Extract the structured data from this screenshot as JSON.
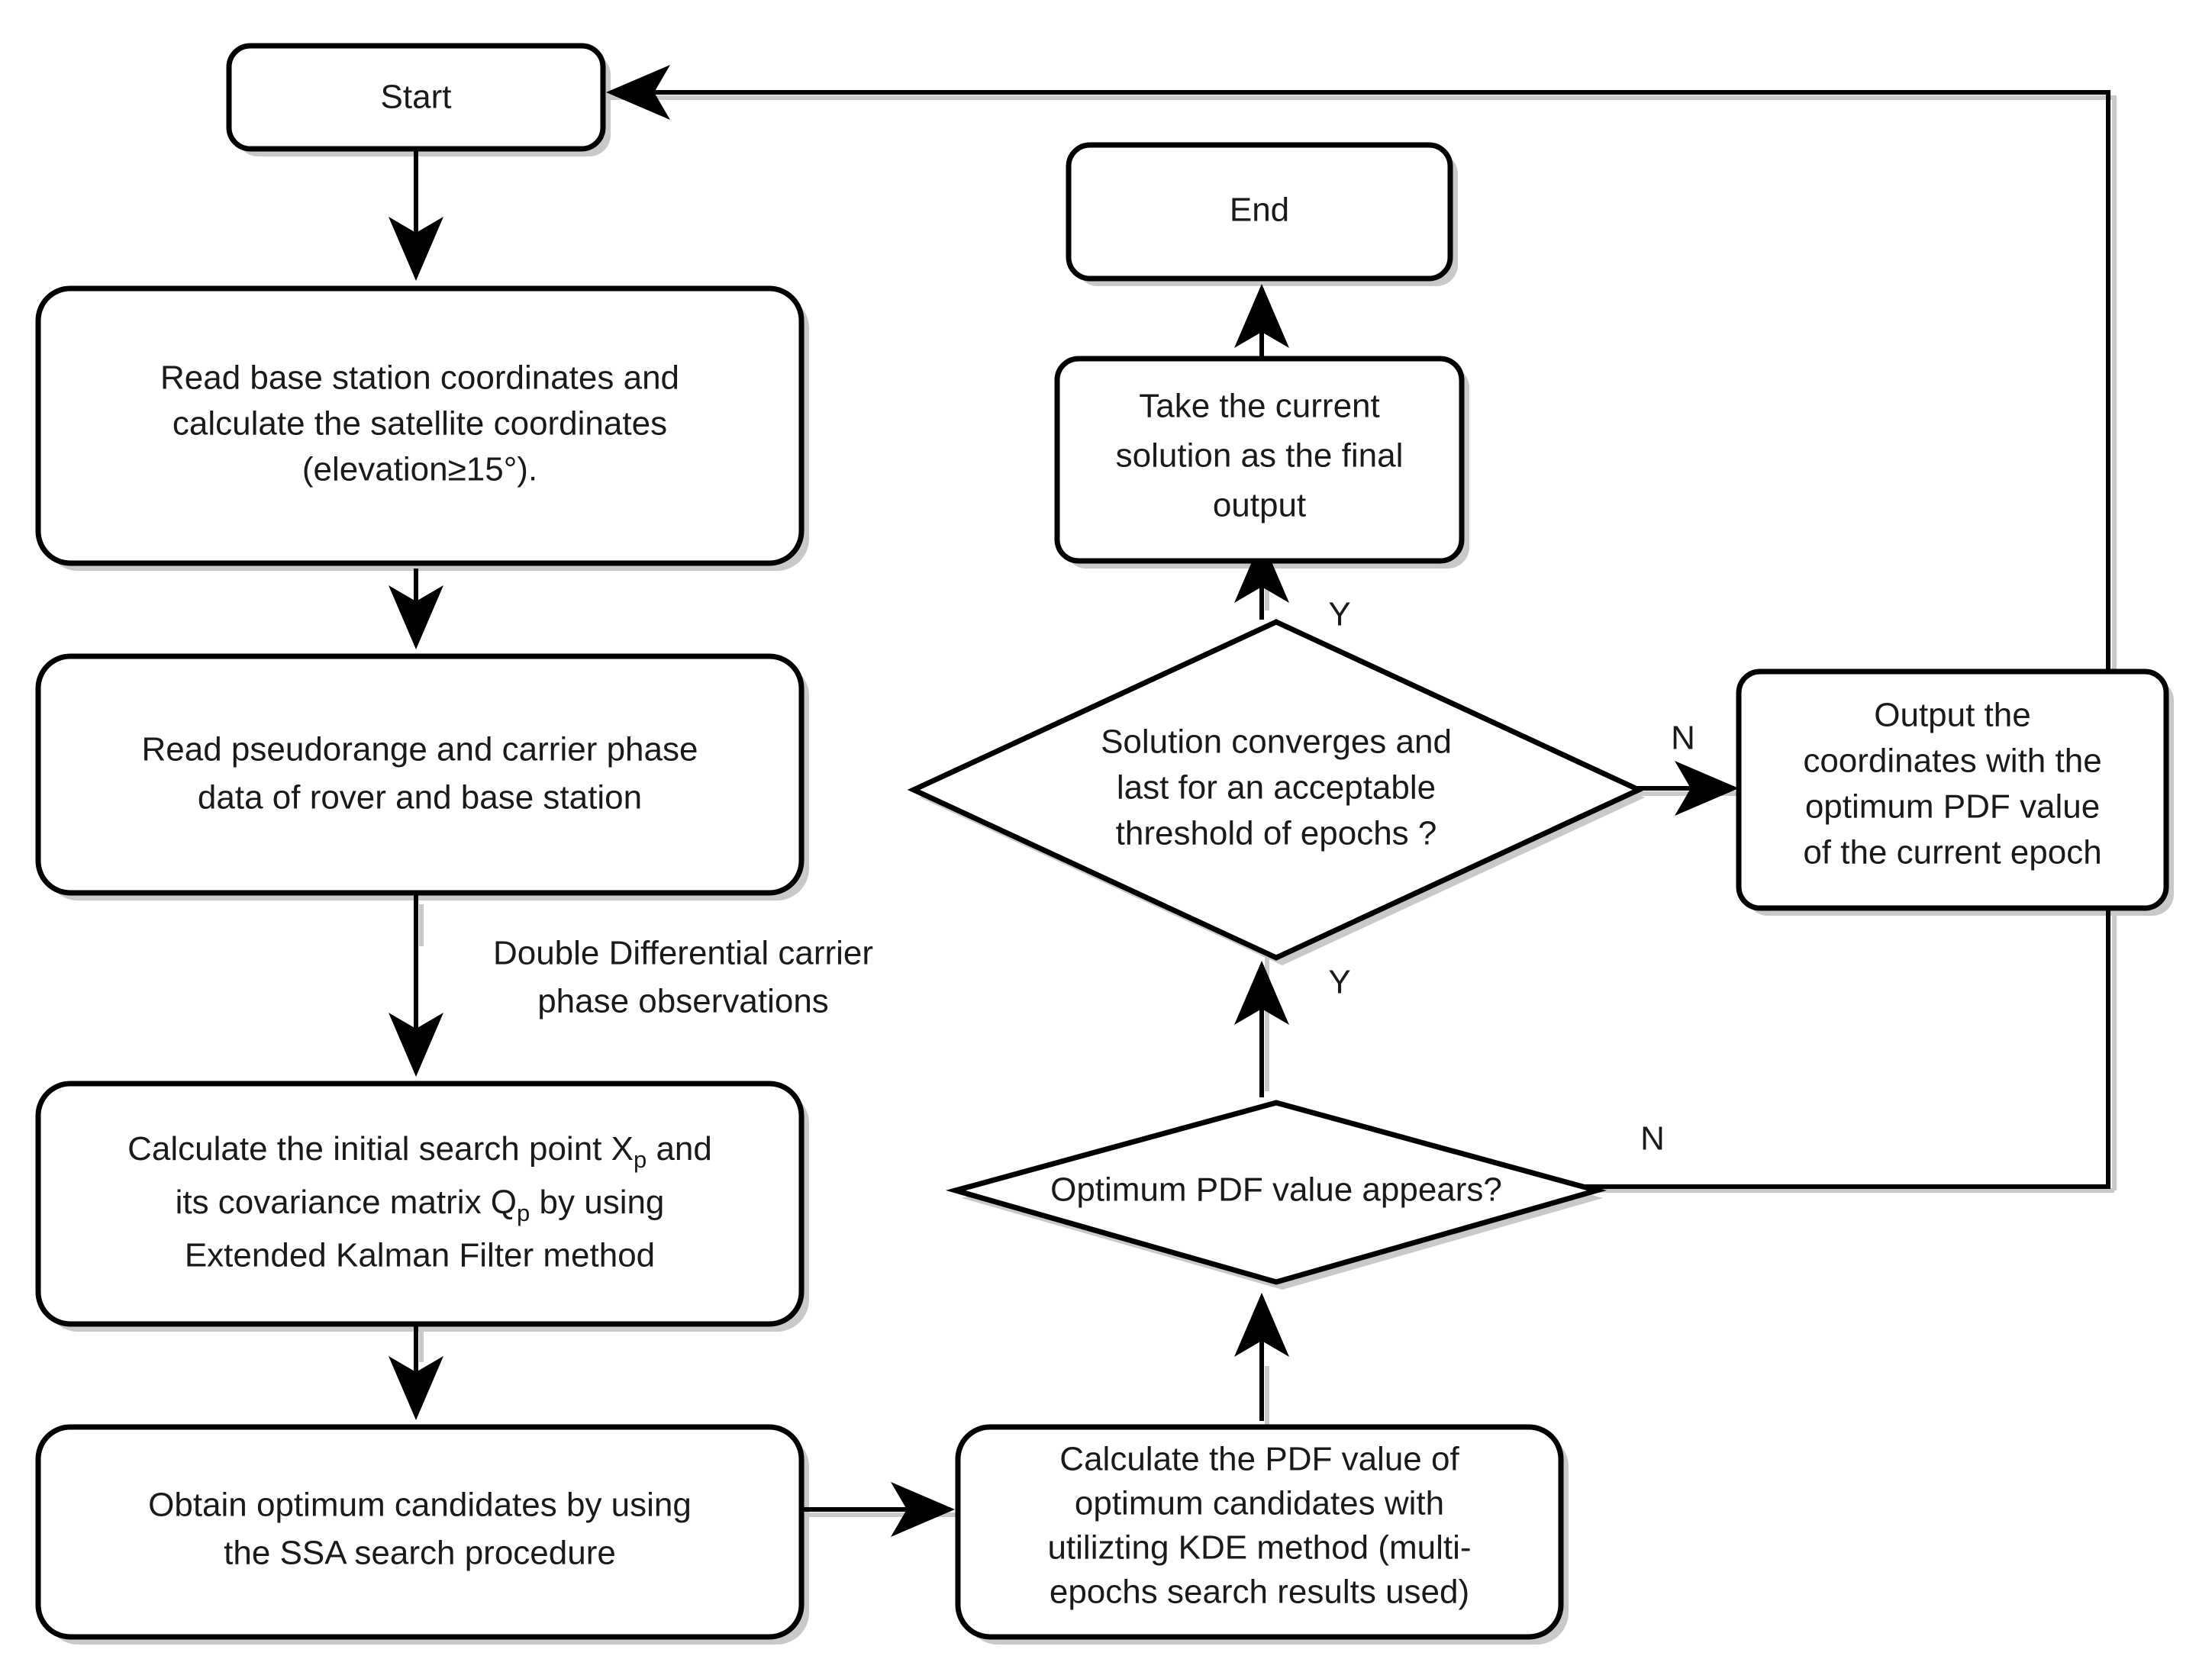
{
  "diagram": {
    "title": "GNSS RTK positioning flowchart with SSA search and KDE PDF evaluation",
    "background_color": "#ffffff",
    "line_color": "#000000",
    "shadow_color": "#c9c9c9",
    "text_color": "#1a1a1a"
  },
  "nodes": {
    "start": {
      "label": "Start",
      "shape": "rounded-rect"
    },
    "read_base": {
      "line1": "Read base station coordinates and",
      "line2": "calculate the satellite coordinates",
      "line3": "(elevation≥15°).",
      "shape": "rounded-rect"
    },
    "read_pseudorange": {
      "line1": "Read pseudorange and carrier phase",
      "line2": "data of rover and base station",
      "shape": "rounded-rect"
    },
    "calc_initial": {
      "line1_a": "Calculate the initial search point X",
      "line1_sub": "p",
      "line1_b": " and",
      "line2_a": "its covariance matrix Q",
      "line2_sub": "p",
      "line2_b": " by using",
      "line3": "Extended Kalman Filter method",
      "shape": "rounded-rect"
    },
    "obtain_candidates": {
      "line1": "Obtain optimum candidates by using",
      "line2": "the SSA search procedure",
      "shape": "rounded-rect"
    },
    "calc_pdf": {
      "line1": "Calculate the PDF value of",
      "line2": "optimum candidates with",
      "line3": "utilizting KDE method (multi-",
      "line4": "epochs search results used)",
      "shape": "rounded-rect"
    },
    "decision_optimum": {
      "line1": "Optimum PDF value appears?",
      "shape": "diamond"
    },
    "decision_converge": {
      "line1": "Solution converges and",
      "line2": "last for an acceptable",
      "line3": "threshold of epochs ?",
      "shape": "diamond"
    },
    "output_coords": {
      "line1": "Output the",
      "line2": "coordinates with the",
      "line3": "optimum PDF value",
      "line4": "of the current epoch",
      "shape": "rounded-rect"
    },
    "take_current": {
      "line1": "Take the current",
      "line2": "solution as the final",
      "line3": "output",
      "shape": "rounded-rect"
    },
    "end": {
      "label": "End",
      "shape": "rounded-rect"
    }
  },
  "edge_labels": {
    "double_diff_l1": "Double Differential carrier",
    "double_diff_l2": "phase observations",
    "converge_yes": "Y",
    "converge_no": "N",
    "optimum_yes": "Y",
    "optimum_no": "N"
  },
  "chart_data": {
    "type": "diagram",
    "flow": [
      {
        "from": "start",
        "to": "read_base",
        "label": ""
      },
      {
        "from": "read_base",
        "to": "read_pseudorange",
        "label": ""
      },
      {
        "from": "read_pseudorange",
        "to": "calc_initial",
        "label": "Double Differential carrier phase observations"
      },
      {
        "from": "calc_initial",
        "to": "obtain_candidates",
        "label": ""
      },
      {
        "from": "obtain_candidates",
        "to": "calc_pdf",
        "label": ""
      },
      {
        "from": "calc_pdf",
        "to": "decision_optimum",
        "label": ""
      },
      {
        "from": "decision_optimum",
        "to": "decision_converge",
        "label": "Y"
      },
      {
        "from": "decision_optimum",
        "to": "start",
        "label": "N"
      },
      {
        "from": "decision_converge",
        "to": "take_current",
        "label": "Y"
      },
      {
        "from": "decision_converge",
        "to": "output_coords",
        "label": "N"
      },
      {
        "from": "output_coords",
        "to": "start",
        "label": ""
      },
      {
        "from": "take_current",
        "to": "end",
        "label": ""
      }
    ]
  }
}
